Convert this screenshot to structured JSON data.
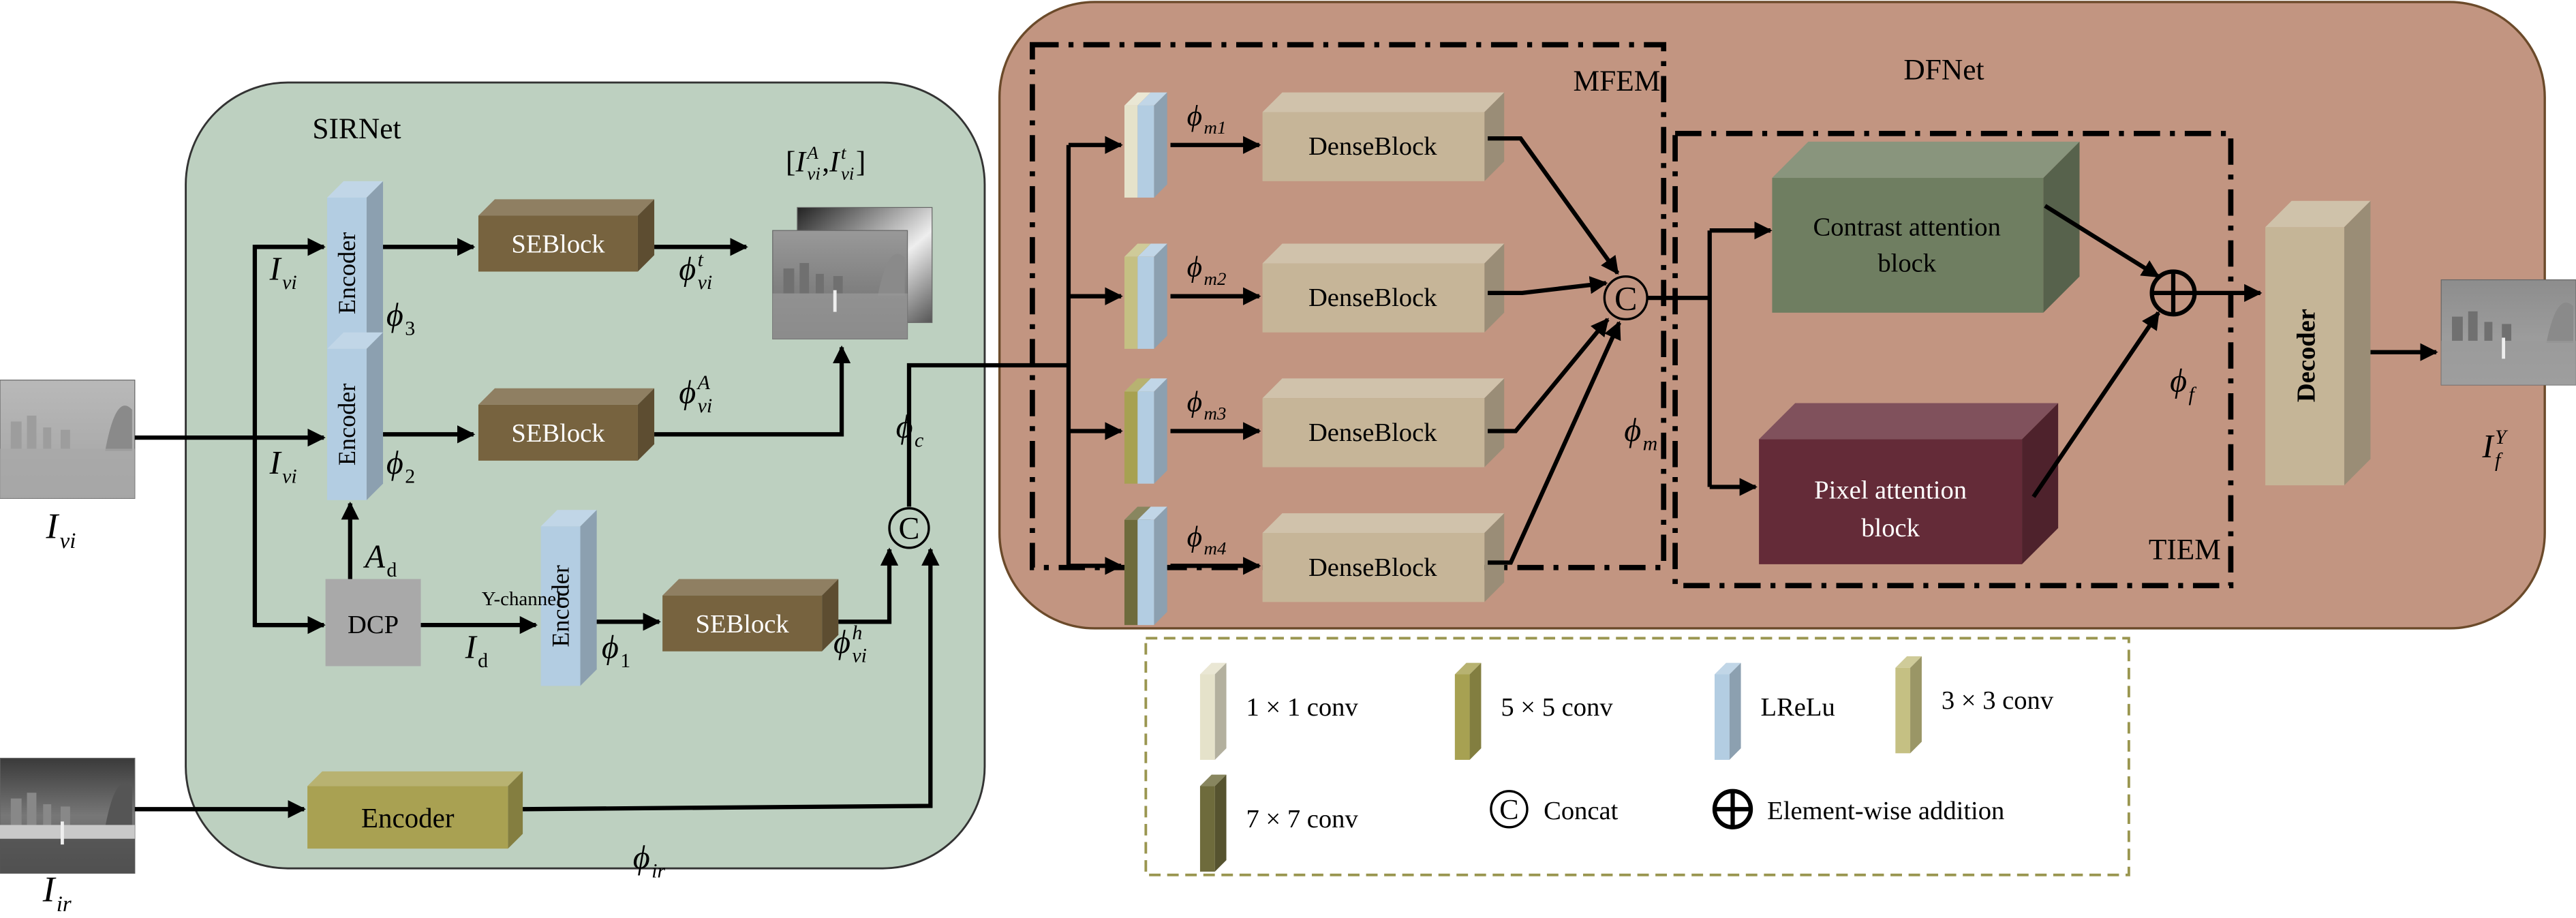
{
  "colors": {
    "sirnet_bg": "#bdd0c0",
    "dfnet_bg": "#c29581",
    "encoder_blue": "#b3cde2",
    "seblock_brown": "#77633f",
    "dcp_gray": "#a9a9a9",
    "ir_encoder_olive": "#a9a152",
    "denseblock_tan": "#c6b598",
    "contrast_green": "#6f7e61",
    "pixel_maroon": "#642b38",
    "decoder_tan": "#c5b597",
    "legend_border": "#9a9650"
  },
  "sirnet": {
    "title": "SIRNet",
    "encoder": "Encoder",
    "seblock": "SEBlock",
    "dcp": "DCP",
    "y_channel": "Y-channel"
  },
  "dfnet": {
    "title": "DFNet",
    "mfem": "MFEM",
    "tiem": "TIEM",
    "denseblock": "DenseBlock",
    "contrast_line1": "Contrast attention",
    "contrast_line2": "block",
    "pixel_line1": "Pixel attention",
    "pixel_line2": "block",
    "decoder": "Decoder"
  },
  "symbols": {
    "concat": "C"
  },
  "math": {
    "I_vi": [
      {
        "b": "I",
        "i": true,
        "sub": "vi"
      }
    ],
    "I_ir": [
      {
        "b": "I",
        "i": true,
        "sub": "ir"
      }
    ],
    "A_d": [
      {
        "b": "A",
        "i": true,
        "sub": "d"
      }
    ],
    "I_d": [
      {
        "b": "I",
        "i": true,
        "sub": "d"
      }
    ],
    "phi_1": [
      {
        "b": "ϕ",
        "i": true,
        "sub": "1"
      }
    ],
    "phi_2": [
      {
        "b": "ϕ",
        "i": true,
        "sub": "2"
      }
    ],
    "phi_3": [
      {
        "b": "ϕ",
        "i": true,
        "sub": "3"
      }
    ],
    "phi_t_vi": [
      {
        "b": "ϕ",
        "i": true,
        "sup": "t",
        "sub": "vi"
      }
    ],
    "phi_A_vi": [
      {
        "b": "ϕ",
        "i": true,
        "sup": "A",
        "sub": "vi"
      }
    ],
    "phi_h_vi": [
      {
        "b": "ϕ",
        "i": true,
        "sup": "h",
        "sub": "vi"
      }
    ],
    "phi_c": [
      {
        "b": "ϕ",
        "i": true,
        "sub": "c"
      }
    ],
    "phi_ir": [
      {
        "b": "ϕ",
        "i": true,
        "sub": "ir"
      }
    ],
    "bracket": [
      {
        "b": "["
      },
      {
        "b": "I",
        "i": true,
        "sup": "A",
        "sub": "vi"
      },
      {
        "b": ", "
      },
      {
        "b": "I",
        "i": true,
        "sup": "t",
        "sub": "vi"
      },
      {
        "b": "]"
      }
    ],
    "phi_m1": [
      {
        "b": "ϕ",
        "i": true,
        "sub": "m1"
      }
    ],
    "phi_m2": [
      {
        "b": "ϕ",
        "i": true,
        "sub": "m2"
      }
    ],
    "phi_m3": [
      {
        "b": "ϕ",
        "i": true,
        "sub": "m3"
      }
    ],
    "phi_m4": [
      {
        "b": "ϕ",
        "i": true,
        "sub": "m4"
      }
    ],
    "phi_m": [
      {
        "b": "ϕ",
        "i": true,
        "sub": "m"
      }
    ],
    "phi_f": [
      {
        "b": "ϕ",
        "i": true,
        "sub": "f"
      }
    ],
    "I_Y_f": [
      {
        "b": "I",
        "i": true,
        "sup": "Y",
        "sub": "f"
      }
    ]
  },
  "legend": [
    {
      "label": "1 × 1 conv",
      "icon": "conv1x1-swatch"
    },
    {
      "label": "5 × 5 conv",
      "icon": "conv5x5-swatch"
    },
    {
      "label": "LReLu",
      "icon": "lrelu-swatch"
    },
    {
      "label": "3 × 3 conv",
      "icon": "conv3x3-swatch"
    },
    {
      "label": "7 × 7 conv",
      "icon": "conv7x7-swatch"
    },
    {
      "label": "Concat",
      "icon": "concat-icon"
    },
    {
      "label": "Element-wise addition",
      "icon": "element-wise-addition-icon"
    }
  ]
}
